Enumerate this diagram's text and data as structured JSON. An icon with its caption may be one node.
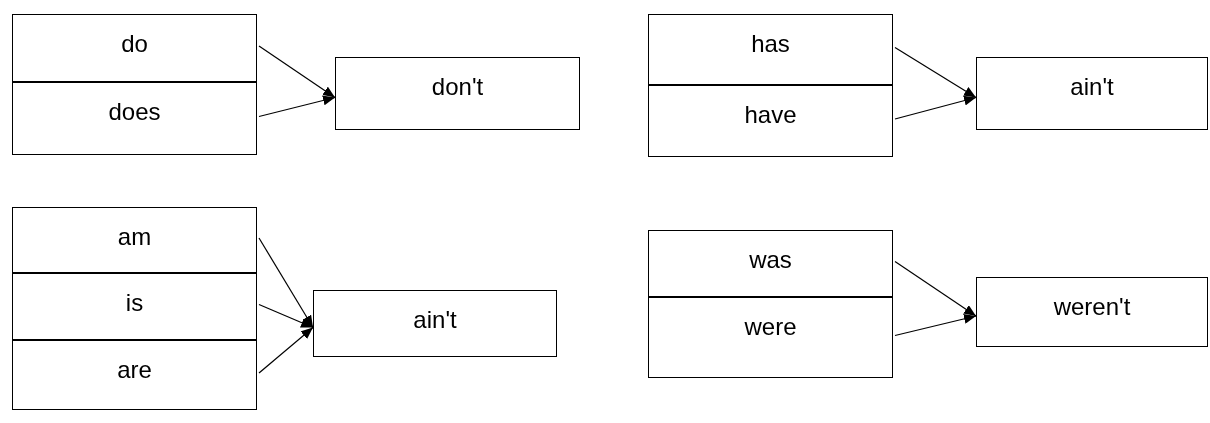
{
  "diagram": {
    "nodes": [
      {
        "text": [
          "do"
        ]
      },
      {
        "text": [
          "does"
        ]
      },
      {
        "text": [
          "don't"
        ]
      },
      {
        "text": [
          "has"
        ]
      },
      {
        "text": [
          "have"
        ]
      },
      {
        "text": [
          "ain't"
        ]
      },
      {
        "text": [
          "am"
        ]
      },
      {
        "text": [
          "is"
        ]
      },
      {
        "text": [
          "are"
        ]
      },
      {
        "text": [
          "ain't"
        ]
      },
      {
        "text": [
          "was"
        ]
      },
      {
        "text": [
          "were"
        ]
      },
      {
        "text": [
          "weren't"
        ]
      }
    ],
    "edges": [
      {
        "from": 0,
        "to": 2,
        "arrow": "to"
      },
      {
        "from": 1,
        "to": 2,
        "arrow": "to"
      },
      {
        "from": 3,
        "to": 5,
        "arrow": "to"
      },
      {
        "from": 4,
        "to": 5,
        "arrow": "to"
      },
      {
        "from": 6,
        "to": 9,
        "arrow": "to"
      },
      {
        "from": 7,
        "to": 9,
        "arrow": "to"
      },
      {
        "from": 8,
        "to": 9,
        "arrow": "to"
      },
      {
        "from": 10,
        "to": 12,
        "arrow": "to"
      },
      {
        "from": 11,
        "to": 12,
        "arrow": "to"
      }
    ]
  }
}
